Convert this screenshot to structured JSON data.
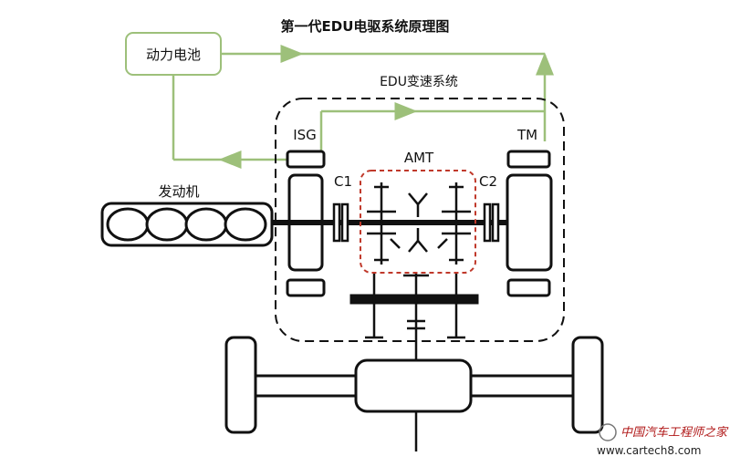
{
  "diagram": {
    "title": "第一代EDU电驱系统原理图",
    "battery_label": "动力电池",
    "edu_label": "EDU变速系统",
    "isg_label": "ISG",
    "tm_label": "TM",
    "amt_label": "AMT",
    "c1_label": "C1",
    "c2_label": "C2",
    "engine_label": "发动机"
  },
  "colors": {
    "energy_flow": "#9dc07a",
    "box_border": "#9dc07a",
    "mechanical": "#111111",
    "amt_outline": "#c0392b"
  },
  "watermark": {
    "text": "中国汽车工程师之家",
    "url": "www.cartech8.com"
  }
}
